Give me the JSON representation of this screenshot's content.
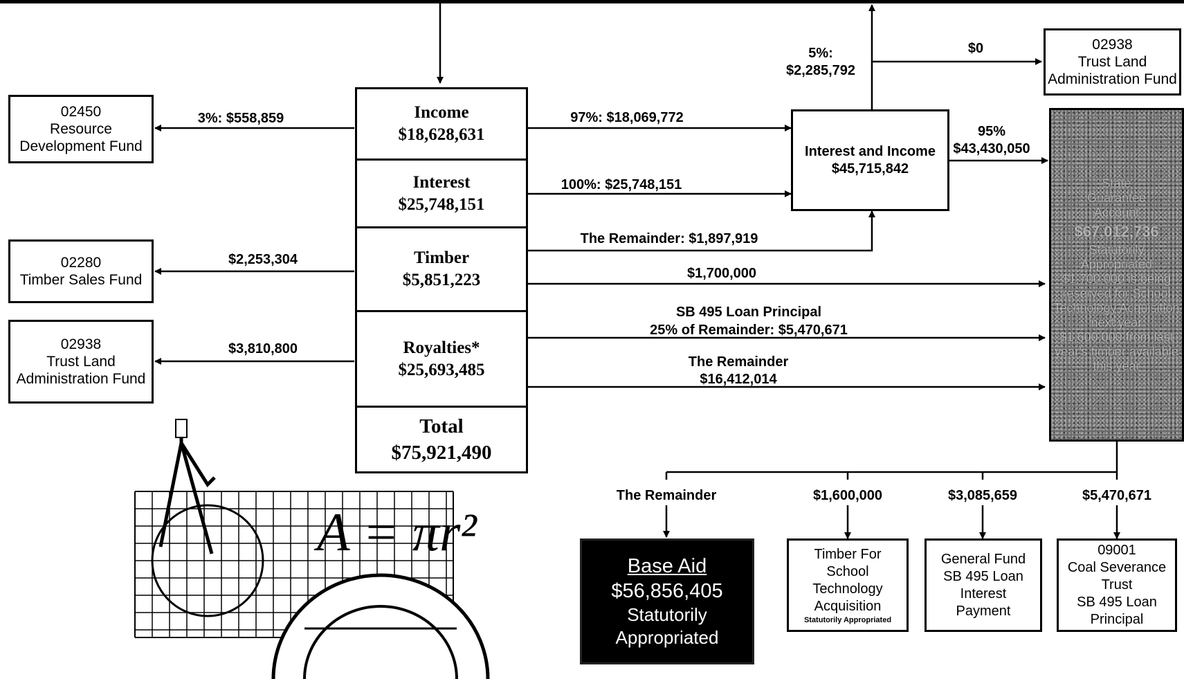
{
  "funds_left": {
    "resource": {
      "code": "02450",
      "name_line1": "Resource",
      "name_line2": "Development Fund",
      "flow": "3%:  $558,859"
    },
    "timber_sales": {
      "code": "02280",
      "name": "Timber Sales Fund",
      "flow": "$2,253,304"
    },
    "trust_land": {
      "code": "02938",
      "name_line1": "Trust Land",
      "name_line2": "Administration Fund",
      "flow": "$3,810,800"
    }
  },
  "center": {
    "income": {
      "label": "Income",
      "amount": "$18,628,631"
    },
    "interest": {
      "label": "Interest",
      "amount": "$25,748,151"
    },
    "timber": {
      "label": "Timber",
      "amount": "$5,851,223"
    },
    "royalties": {
      "label": "Royalties*",
      "amount": "$25,693,485"
    },
    "total": {
      "label": "Total",
      "amount": "$75,921,490"
    }
  },
  "flows": {
    "income_to_ii": "97%:  $18,069,772",
    "interest_to_ii": "100%:  $25,748,151",
    "timber_remainder": "The Remainder:  $1,897,919",
    "timber_direct": "$1,700,000",
    "sb495_line1": "SB 495 Loan Principal",
    "sb495_line2": "25% of Remainder:  $5,470,671",
    "royalty_rem_line1": "The Remainder",
    "royalty_rem_line2": "$16,412,014",
    "five_pct_line1": "5%:",
    "five_pct_line2": "$2,285,792",
    "zero": "$0",
    "ninety_five_line1": "95%",
    "ninety_five_line2": "$43,430,050"
  },
  "interest_income": {
    "label": "Interest and Income",
    "amount": "$45,715,842"
  },
  "trust_land_top": {
    "code": "02938",
    "name_line1": "Trust Land",
    "name_line2": "Administration Fund"
  },
  "state_account": {
    "lines": [
      "State",
      "Guarantee",
      "Account",
      "$67,012,736",
      "Statutorily",
      "Appropriated",
      "$1,700,000 is being",
      "reserved for School",
      "Technology Acquisition",
      "next year",
      "$1,600,000 from last",
      "year's timber available",
      "this year"
    ]
  },
  "outputs": {
    "base_flow": "The Remainder",
    "timber_flow": "$1,600,000",
    "general_flow": "$3,085,659",
    "coal_flow": "$5,470,671",
    "base_aid": {
      "title": "Base Aid",
      "amount": "$56,856,405",
      "line3": "Statutorily",
      "line4": "Appropriated"
    },
    "timber_school": {
      "l1": "Timber For",
      "l2": "School",
      "l3": "Technology",
      "l4": "Acquisition",
      "small": "Statutorily Appropriated"
    },
    "general_fund": {
      "l1": "General Fund",
      "l2": "SB 495 Loan",
      "l3": "Interest",
      "l4": "Payment"
    },
    "coal": {
      "l1": "09001",
      "l2": "Coal Severance",
      "l3": "Trust",
      "l4": "SB 495 Loan",
      "l5": "Principal"
    }
  },
  "formula": "A = πr²"
}
